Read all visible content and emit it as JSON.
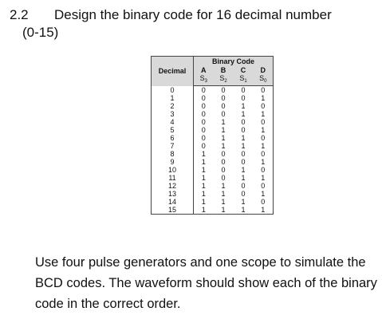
{
  "heading": {
    "number": "2.2",
    "title": "Design the binary code for 16 decimal number",
    "range": "(0-15)"
  },
  "table": {
    "decimal_header": "Decimal",
    "group_header": "Binary Code",
    "letters": [
      "A",
      "B",
      "C",
      "D"
    ],
    "subs": [
      {
        "base": "S",
        "sub": "3"
      },
      {
        "base": "S",
        "sub": "2"
      },
      {
        "base": "S",
        "sub": "1"
      },
      {
        "base": "S",
        "sub": "0"
      }
    ],
    "rows": [
      {
        "decimal": "0",
        "bits": [
          "0",
          "0",
          "0",
          "0"
        ]
      },
      {
        "decimal": "1",
        "bits": [
          "0",
          "0",
          "0",
          "1"
        ]
      },
      {
        "decimal": "2",
        "bits": [
          "0",
          "0",
          "1",
          "0"
        ]
      },
      {
        "decimal": "3",
        "bits": [
          "0",
          "0",
          "1",
          "1"
        ]
      },
      {
        "decimal": "4",
        "bits": [
          "0",
          "1",
          "0",
          "0"
        ]
      },
      {
        "decimal": "5",
        "bits": [
          "0",
          "1",
          "0",
          "1"
        ]
      },
      {
        "decimal": "6",
        "bits": [
          "0",
          "1",
          "1",
          "0"
        ]
      },
      {
        "decimal": "7",
        "bits": [
          "0",
          "1",
          "1",
          "1"
        ]
      },
      {
        "decimal": "8",
        "bits": [
          "1",
          "0",
          "0",
          "0"
        ]
      },
      {
        "decimal": "9",
        "bits": [
          "1",
          "0",
          "0",
          "1"
        ]
      },
      {
        "decimal": "10",
        "bits": [
          "1",
          "0",
          "1",
          "0"
        ]
      },
      {
        "decimal": "11",
        "bits": [
          "1",
          "0",
          "1",
          "1"
        ]
      },
      {
        "decimal": "12",
        "bits": [
          "1",
          "1",
          "0",
          "0"
        ]
      },
      {
        "decimal": "13",
        "bits": [
          "1",
          "1",
          "0",
          "1"
        ]
      },
      {
        "decimal": "14",
        "bits": [
          "1",
          "1",
          "1",
          "0"
        ]
      },
      {
        "decimal": "15",
        "bits": [
          "1",
          "1",
          "1",
          "1"
        ]
      }
    ]
  },
  "paragraph": "Use four pulse generators and one scope to simulate the BCD codes. The waveform should show each of the binary code in the correct order."
}
